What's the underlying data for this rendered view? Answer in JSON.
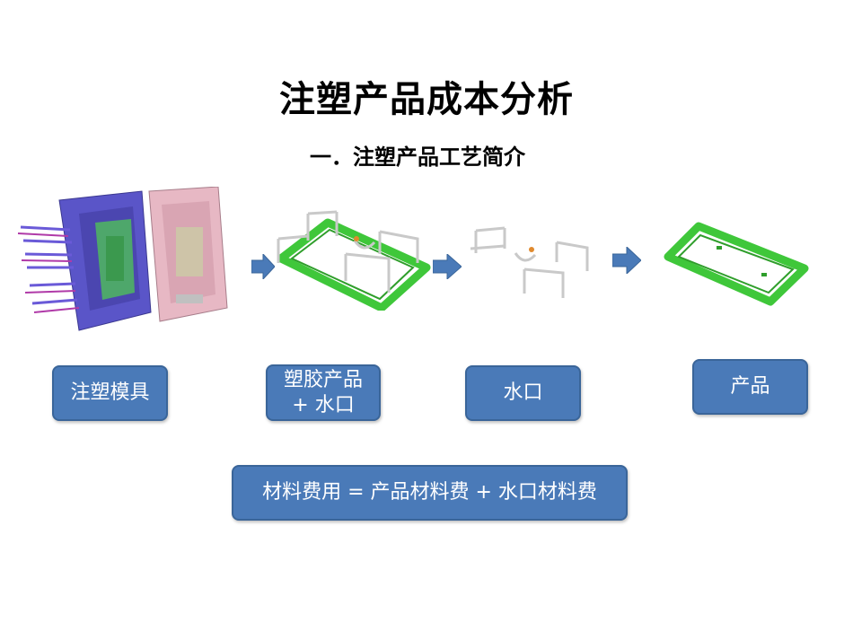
{
  "title": "注塑产品成本分析",
  "subtitle": "一．注塑产品工艺简介",
  "stages": [
    {
      "label_lines": [
        "注塑模具"
      ]
    },
    {
      "label_lines": [
        "塑胶产品",
        "+ 水口"
      ]
    },
    {
      "label_lines": [
        "水口"
      ]
    },
    {
      "label_lines": [
        "产品"
      ]
    }
  ],
  "formula": "材料费用 = 产品材料费 + 水口材料费",
  "colors": {
    "box_fill": "#4a7ab8",
    "arrow_fill": "#4a7ab8",
    "product_green": "#3fc73a",
    "mold_blue": "#5a55c8",
    "mold_pink": "#e7b8c4",
    "runner_gray": "#c9c9c9"
  }
}
